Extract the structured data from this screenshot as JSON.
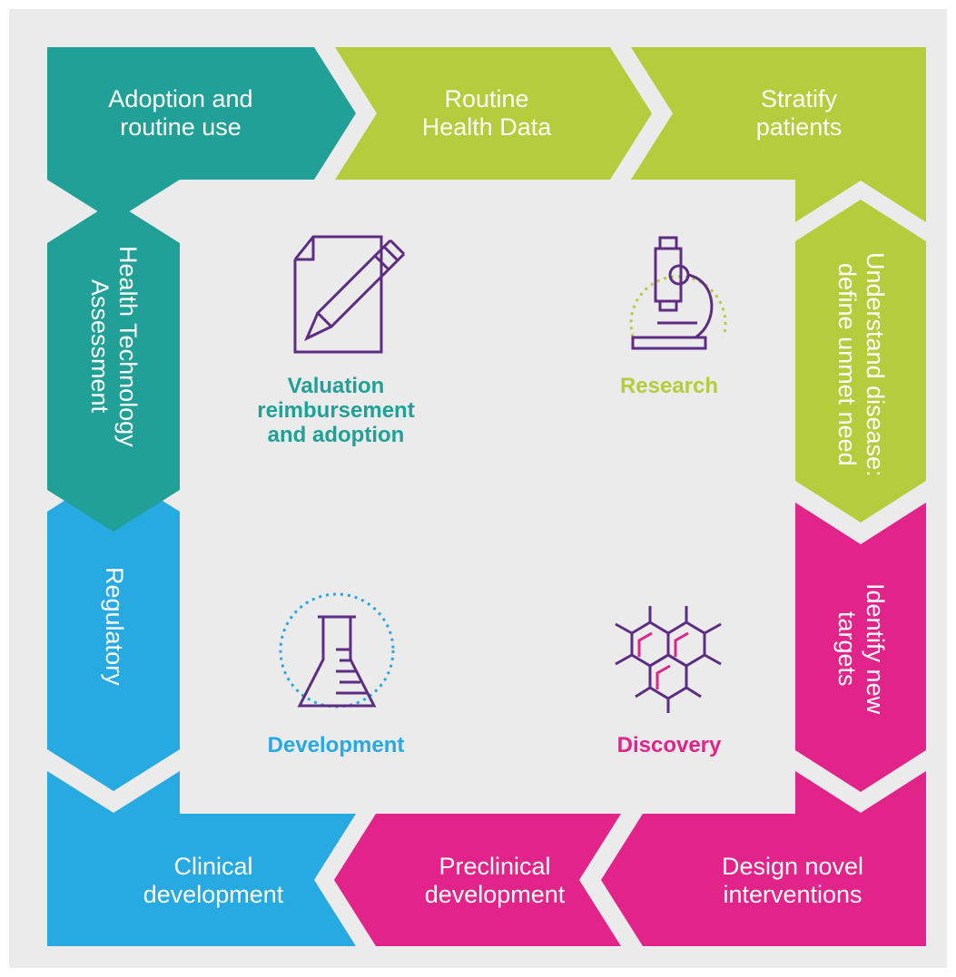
{
  "colors": {
    "background": "#ebebeb",
    "teal": "#20a096",
    "green": "#b5cc3c",
    "magenta": "#e2248a",
    "blue": "#27a9e1",
    "purple": "#5c2d82",
    "white": "#ffffff"
  },
  "cycle_steps": [
    {
      "id": "adoption",
      "lines": [
        "Adoption and",
        "routine use"
      ],
      "color": "teal"
    },
    {
      "id": "routine-health-data",
      "lines": [
        "Routine",
        "Health Data"
      ],
      "color": "green"
    },
    {
      "id": "stratify",
      "lines": [
        "Stratify",
        "patients"
      ],
      "color": "green"
    },
    {
      "id": "understand-disease",
      "lines": [
        "Understand disease:",
        "define unmet need"
      ],
      "color": "green"
    },
    {
      "id": "identify-targets",
      "lines": [
        "Identify new",
        "targets"
      ],
      "color": "magenta"
    },
    {
      "id": "design-interventions",
      "lines": [
        "Design novel",
        "interventions"
      ],
      "color": "magenta"
    },
    {
      "id": "preclinical",
      "lines": [
        "Preclinical",
        "development"
      ],
      "color": "magenta"
    },
    {
      "id": "clinical",
      "lines": [
        "Clinical",
        "development"
      ],
      "color": "blue"
    },
    {
      "id": "regulatory",
      "lines": [
        "Regulatory"
      ],
      "color": "blue"
    },
    {
      "id": "hta",
      "lines": [
        "Health Technology",
        "Assessment"
      ],
      "color": "teal"
    }
  ],
  "phases": [
    {
      "id": "valuation",
      "lines": [
        "Valuation",
        "reimbursement",
        "and adoption"
      ],
      "color": "teal",
      "icon": "document-pencil-icon"
    },
    {
      "id": "research",
      "lines": [
        "Research"
      ],
      "color": "green",
      "icon": "microscope-icon"
    },
    {
      "id": "development",
      "lines": [
        "Development"
      ],
      "color": "blue",
      "icon": "flask-icon"
    },
    {
      "id": "discovery",
      "lines": [
        "Discovery"
      ],
      "color": "magenta",
      "icon": "molecule-icon"
    }
  ]
}
